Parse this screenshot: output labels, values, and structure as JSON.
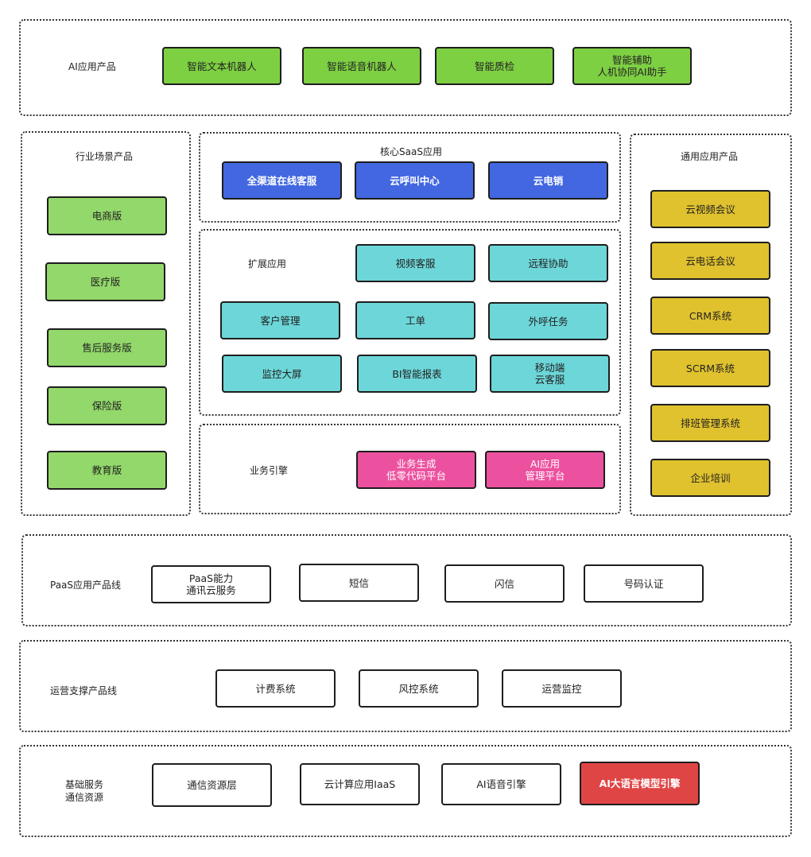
{
  "ai_products": {
    "label": "AI应用产品",
    "items": [
      "智能文本机器人",
      "智能语音机器人",
      "智能质检",
      "智能辅助\n人机协同AI助手"
    ]
  },
  "industry": {
    "label": "行业场景产品",
    "items": [
      "电商版",
      "医疗版",
      "售后服务版",
      "保险版",
      "教育版"
    ]
  },
  "core_saas": {
    "label": "核心SaaS应用",
    "items": [
      "全渠道在线客服",
      "云呼叫中心",
      "云电销"
    ]
  },
  "extension": {
    "label": "扩展应用",
    "items": [
      "视频客服",
      "远程协助",
      "客户管理",
      "工单",
      "外呼任务",
      "监控大屏",
      "BI智能报表",
      "移动端\n云客服"
    ]
  },
  "engine": {
    "label": "业务引擎",
    "items": [
      "业务生成\n低零代码平台",
      "AI应用\n管理平台"
    ]
  },
  "general": {
    "label": "通用应用产品",
    "items": [
      "云视频会议",
      "云电话会议",
      "CRM系统",
      "SCRM系统",
      "排班管理系统",
      "企业培训"
    ]
  },
  "paas": {
    "label": "PaaS应用产品线",
    "items": [
      "PaaS能力\n通讯云服务",
      "短信",
      "闪信",
      "号码认证"
    ]
  },
  "ops": {
    "label": "运营支撑产品线",
    "items": [
      "计费系统",
      "风控系统",
      "运营监控"
    ]
  },
  "base": {
    "label": "基础服务\n通信资源",
    "items": [
      "通信资源层",
      "云计算应用IaaS",
      "AI语音引擎",
      "AI大语言模型引擎"
    ]
  },
  "colors": {
    "green": "#7ed043",
    "light_green": "#93d86a",
    "blue": "#4267e0",
    "cyan": "#6dd6d8",
    "pink": "#ec519f",
    "yellow": "#e0c12e",
    "red": "#e04545"
  }
}
